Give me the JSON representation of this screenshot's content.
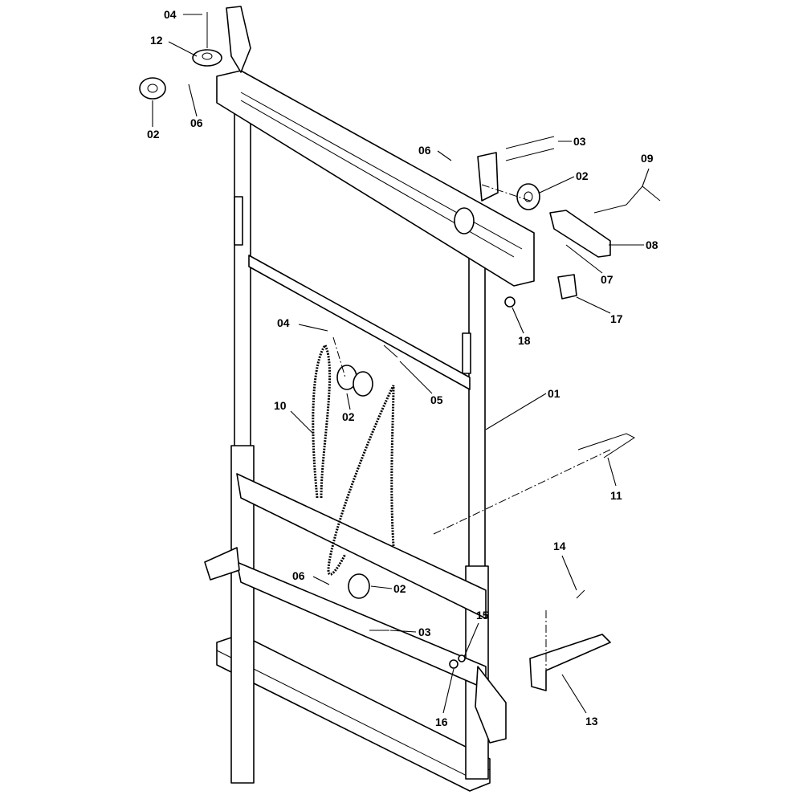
{
  "title": "Frame assembly exploded parts diagram",
  "callouts": [
    {
      "id": "04",
      "part": "bolt-top"
    },
    {
      "id": "12",
      "part": "pulley-top-left"
    },
    {
      "id": "02",
      "part": "pulley-loose-top-left"
    },
    {
      "id": "06",
      "part": "pin-top-left"
    },
    {
      "id": "06",
      "part": "pin-top-right"
    },
    {
      "id": "03",
      "part": "bolts-top-right"
    },
    {
      "id": "02",
      "part": "pulley-top-right"
    },
    {
      "id": "09",
      "part": "handle-screw"
    },
    {
      "id": "08",
      "part": "clamp-bracket"
    },
    {
      "id": "07",
      "part": "spring"
    },
    {
      "id": "17",
      "part": "block"
    },
    {
      "id": "18",
      "part": "nut"
    },
    {
      "id": "04",
      "part": "bolt-middle"
    },
    {
      "id": "05",
      "part": "axle-middle"
    },
    {
      "id": "01",
      "part": "frame"
    },
    {
      "id": "10",
      "part": "chain"
    },
    {
      "id": "02",
      "part": "pulleys-middle"
    },
    {
      "id": "11",
      "part": "lock-pin"
    },
    {
      "id": "14",
      "part": "bolt-bracket"
    },
    {
      "id": "06",
      "part": "pin-lower"
    },
    {
      "id": "02",
      "part": "pulley-lower"
    },
    {
      "id": "03",
      "part": "axle-lower"
    },
    {
      "id": "15",
      "part": "washer"
    },
    {
      "id": "16",
      "part": "nut-lower"
    },
    {
      "id": "13",
      "part": "support-bracket"
    }
  ]
}
